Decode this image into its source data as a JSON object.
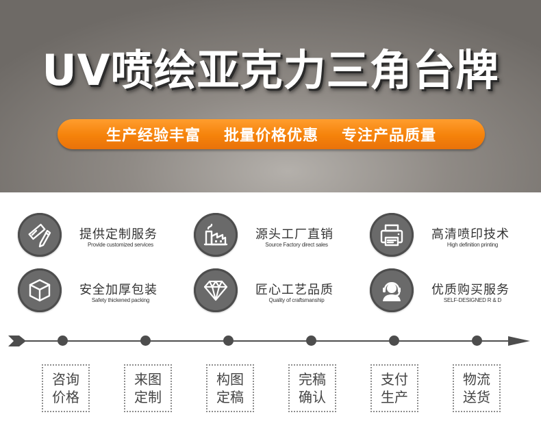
{
  "banner": {
    "title": "UV喷绘亚克力三角台牌",
    "slogans": [
      "生产经验丰富",
      "批量价格优惠",
      "专注产品质量"
    ]
  },
  "features": [
    {
      "title": "提供定制服务",
      "subtitle": "Provide customized services",
      "icon": "pencil-ruler-icon"
    },
    {
      "title": "源头工厂直销",
      "subtitle": "Source Factory direct sales",
      "icon": "factory-icon"
    },
    {
      "title": "高清喷印技术",
      "subtitle": "High definition printing",
      "icon": "printer-icon"
    },
    {
      "title": "安全加厚包装",
      "subtitle": "Safety thickened packing",
      "icon": "box-icon"
    },
    {
      "title": "匠心工艺品质",
      "subtitle": "Quality of craftsmanship",
      "icon": "diamond-icon"
    },
    {
      "title": "优质购买服务",
      "subtitle": "SELF-DESIGNED R & D",
      "icon": "headset-icon"
    }
  ],
  "process": [
    "咨询价格",
    "来图定制",
    "构图定稿",
    "完稿确认",
    "支付生产",
    "物流送货"
  ],
  "colors": {
    "accent": "#f5820a",
    "icon_bg": "#6a6a6a",
    "timeline": "#4d4d4d",
    "text": "#333333"
  }
}
